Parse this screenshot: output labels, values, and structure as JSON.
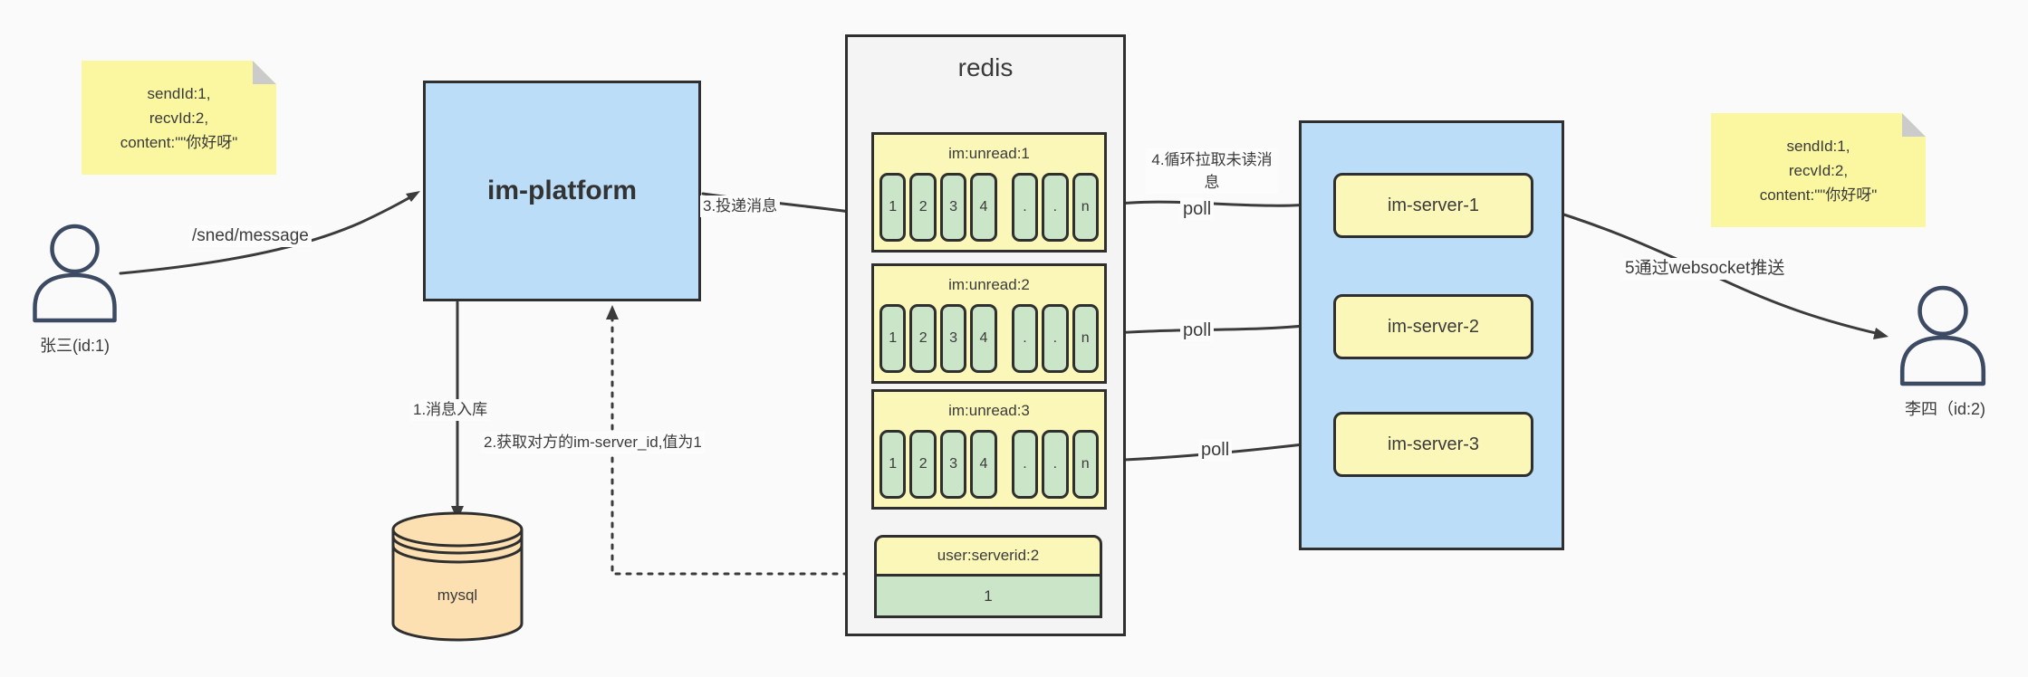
{
  "colors": {
    "background": "#fafafa",
    "node_blue": "#bbddf7",
    "note_yellow": "#faf7a0",
    "block_yellow": "#fbf7b8",
    "cell_green": "#cbe5c8",
    "db_tan": "#fce0b2",
    "panel_gray": "#f4f4f4",
    "stroke_dark": "#333333"
  },
  "actors": {
    "sender": {
      "label": "张三(id:1)"
    },
    "receiver": {
      "label": "李四（id:2)"
    }
  },
  "notes": {
    "left": {
      "lines": [
        "sendId:1,",
        "recvId:2,",
        "content:\"\"你好呀\""
      ]
    },
    "right": {
      "lines": [
        "sendId:1,",
        "recvId:2,",
        "content:\"\"你好呀\""
      ]
    }
  },
  "platform": {
    "label": "im-platform"
  },
  "database": {
    "label": "mysql"
  },
  "redis": {
    "title": "redis",
    "queues": [
      {
        "header": "im:unread:1",
        "cells": [
          "1",
          "2",
          "3",
          "4",
          ".",
          ".",
          "n"
        ]
      },
      {
        "header": "im:unread:2",
        "cells": [
          "1",
          "2",
          "3",
          "4",
          ".",
          ".",
          "n"
        ]
      },
      {
        "header": "im:unread:3",
        "cells": [
          "1",
          "2",
          "3",
          "4",
          ".",
          ".",
          "n"
        ]
      }
    ],
    "mapping": {
      "header": "user:serverid:2",
      "value": "1"
    }
  },
  "servers": [
    {
      "label": "im-server-1"
    },
    {
      "label": "im-server-2"
    },
    {
      "label": "im-server-3"
    }
  ],
  "edges": {
    "send_api": "/sned/message",
    "step1": "1.消息入库",
    "step2": "2.获取对方的im-server_id,值为1",
    "step3": "3.投递消息",
    "step4": "4.循环拉取未读消息",
    "step5": "5通过websocket推送",
    "poll": "poll"
  }
}
